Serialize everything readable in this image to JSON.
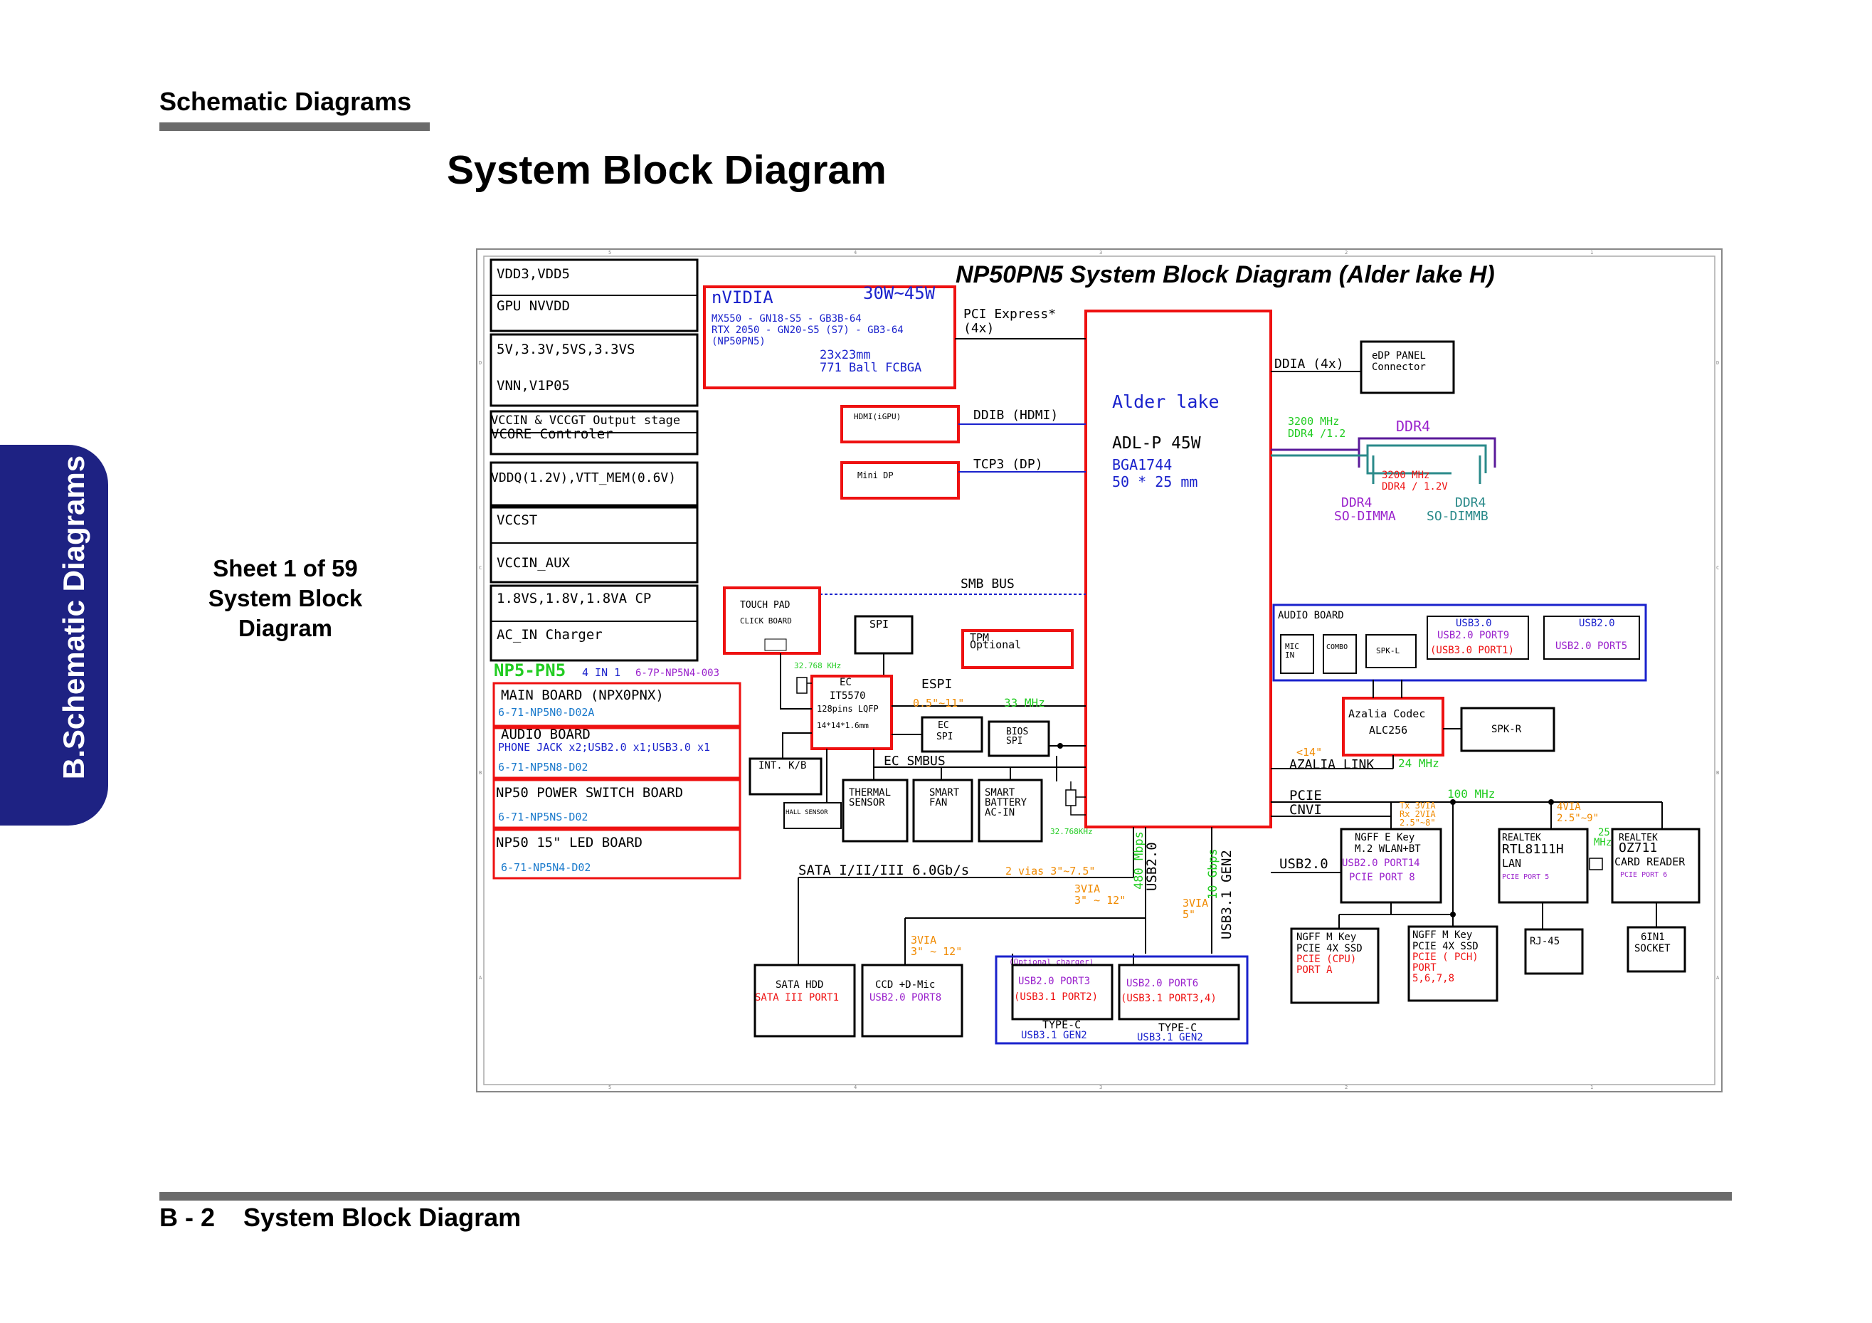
{
  "header": {
    "section_title": "Schematic  Diagrams",
    "page_title": "System Block Diagram"
  },
  "side_tab": {
    "label": "B.Schematic Diagrams",
    "color": "#1e2283"
  },
  "sheet_note": {
    "line1": "Sheet 1 of 59",
    "line2": "System Block",
    "line3": "Diagram"
  },
  "footer": {
    "page_number": "B - 2",
    "title": "System Block Diagram"
  },
  "colors": {
    "red": "#ee1111",
    "blue": "#1a22cc",
    "green": "#22cc22",
    "orange": "#f08a00",
    "purple": "#9a22cc",
    "teal": "#2a8a8a",
    "black": "#000000"
  },
  "diagram": {
    "title": "NP50PN5 System Block Diagram (Alder lake H)",
    "power_rails": [
      "VDD3,VDD5",
      "GPU NVVDD",
      "5V,3.3V,5VS,3.3VS",
      "VNN,V1P05",
      "VCCIN & VCCGT Output stage",
      "VCORE Controler",
      "VDDQ(1.2V),VTT_MEM(0.6V)",
      "VCCST",
      "VCCIN_AUX",
      "1.8VS,1.8V,1.8VA CP",
      "AC_IN Charger"
    ],
    "boards_header": {
      "model": "NP5-PN5",
      "count": "4 IN 1",
      "part": "6-7P-NP5N4-003"
    },
    "boards": [
      {
        "name": "MAIN BOARD   (NPX0PNX)",
        "detail": "",
        "part": "6-71-NP5N0-D02A"
      },
      {
        "name": "AUDIO BOARD",
        "detail": "PHONE JACK x2;USB2.0 x1;USB3.0 x1",
        "part": "6-71-NP5N8-D02"
      },
      {
        "name": "NP50 POWER SWITCH BOARD",
        "detail": "",
        "part": "6-71-NP5NS-D02"
      },
      {
        "name": "NP50 15\" LED BOARD",
        "detail": "",
        "part": "6-71-NP5N4-D02"
      }
    ],
    "gpu": {
      "vendor": "nVIDIA",
      "power": "30W~45W",
      "line1": "MX550 - GN18-S5 - GB3B-64",
      "line2": "RTX 2050 - GN20-S5 (S7) - GB3-64",
      "line3": "(NP50PN5)",
      "pkg1": "23x23mm",
      "pkg2": "771 Ball FCBGA"
    },
    "cpu": {
      "name": "Alder lake",
      "model": "ADL-P 45W",
      "pkg": "BGA1744",
      "size": "50 * 25 mm"
    },
    "buses": {
      "pcie_x4": "PCI Express*",
      "pcie_x4_lanes": "(4x)",
      "ddib": "DDIB (HDMI)",
      "tcp3": "TCP3 (DP)",
      "ddia": "DDIA (4x)",
      "smb": "SMB BUS",
      "espi": "ESPI",
      "ec_smbus": "EC SMBUS",
      "sata": "SATA I/II/III 6.0Gb/s",
      "azalia": "AZALIA LINK",
      "pcie": "PCIE",
      "cnvi": "CNVI",
      "usb2": "USB2.0",
      "usb2_vert": "USB2.0",
      "usb31_vert": "USB3.1 GEN2"
    },
    "annotations": {
      "espi_len": "0.5\"~11\"",
      "espi_freq": "33 MHz",
      "xtal": "32.768 KHz",
      "xtal2": "32.768KHz",
      "sata_vias": "2 vias 3\"~7.5\"",
      "usb2_speed": "480 Mbps",
      "usb31_speed": "10 Gbps",
      "via3_a": "3VIA",
      "via3_a2": "3\" ~ 12\"",
      "via3_b": "3VIA",
      "via3_b2": "5\"",
      "via3_c": "3VIA",
      "via3_c2": "3\" ~ 12\"",
      "az_len": "<14\"",
      "az_freq": "24 MHz",
      "pcie_freq": "100 MHz",
      "tx_via1": "Tx 3VIA",
      "tx_via2": "Rx 2VIA",
      "tx_via3": "2.5\"~8\"",
      "via4": "4VIA",
      "via4_len": "2.5\"~9\"",
      "mhz25_a": "25",
      "mhz25_b": "MHz",
      "ddr_main_freq": "3200 MHz",
      "ddr_main_volt": "DDR4 /1.2",
      "ddr_b_freq": "3200 MHz",
      "ddr_b_volt": "DDR4 / 1.2V"
    },
    "gfx_ports": {
      "hdmi": "HDMI(iGPU)",
      "minidp": "Mini DP"
    },
    "edp": {
      "line1": "eDP PANEL",
      "line2": "Connector"
    },
    "memory": {
      "label": "DDR4",
      "slot_a_1": "DDR4",
      "slot_a_2": "SO-DIMMA",
      "slot_b_1": "DDR4",
      "slot_b_2": "SO-DIMMB"
    },
    "audio_board": {
      "title": "AUDIO BOARD",
      "mic1": "MIC",
      "mic2": "IN",
      "combo": "COMBO",
      "spk_l": "SPK-L",
      "usb3_title": "USB3.0",
      "usb3_port": "USB2.0 PORT9",
      "usb3_port2": "(USB3.0 PORT1)",
      "usb2_title": "USB2.0",
      "usb2_port": "USB2.0 PORT5"
    },
    "codec": {
      "line1": "Azalia Codec",
      "line2": "ALC256",
      "spk_r": "SPK-R"
    },
    "touchpad": {
      "line1": "TOUCH PAD",
      "line2": "CLICK BOARD"
    },
    "ec": {
      "line1": "EC",
      "line2": "IT5570",
      "line3": "128pins LQFP",
      "line4": "14*14*1.6mm"
    },
    "small_blocks": {
      "spi": "SPI",
      "tpm1": "TPM",
      "tpm2": "Optional",
      "ec_spi1": "EC",
      "ec_spi2": "SPI",
      "bios1": "BIOS",
      "bios2": "SPI",
      "intkb": "INT. K/B",
      "hall": "HALL SENSOR",
      "thermal1": "THERMAL",
      "thermal2": "SENSOR",
      "fan1": "SMART",
      "fan2": "FAN",
      "batt1": "SMART",
      "batt2": "BATTERY",
      "batt3": "AC-IN"
    },
    "storage_io": {
      "sata_hdd": "SATA HDD",
      "sata_port": "SATA III PORT1",
      "ccd": "CCD +D-Mic",
      "ccd_port": "USB2.0 PORT8",
      "typec_optional": "(Optional charger)",
      "typec_a_port": "USB2.0 PORT3",
      "typec_a_port2": "(USB3.1 PORT2)",
      "typec_a_label": "TYPE-C",
      "typec_a_gen": "USB3.1 GEN2",
      "typec_b_port": "USB2.0 PORT6",
      "typec_b_port2": "(USB3.1 PORT3,4)",
      "typec_b_label": "TYPE-C",
      "typec_b_gen": "USB3.1 GEN2"
    },
    "wlan": {
      "line1": "NGFF E Key",
      "line2": "M.2 WLAN+BT",
      "line3": "USB2.0 PORT14",
      "line4": "PCIE PORT 8"
    },
    "ssd_cpu": {
      "line1": "NGFF M Key",
      "line2": "PCIE 4X SSD",
      "line3": "PCIE (CPU)",
      "line4": "PORT A"
    },
    "ssd_pch": {
      "line1": "NGFF M Key",
      "line2": "PCIE 4X SSD",
      "line3": "PCIE ( PCH)",
      "line4": "PORT",
      "line5": "5,6,7,8"
    },
    "lan": {
      "line1": "REALTEK",
      "line2": "RTL8111H",
      "line3": "LAN",
      "line4": "PCIE PORT 5",
      "rj45": "RJ-45"
    },
    "card_reader": {
      "line1": "REALTEK",
      "line2": "OZ711",
      "line3": "CARD READER",
      "line4": "PCIE PORT 6",
      "socket1": "6IN1",
      "socket2": "SOCKET"
    },
    "frame_refs": {
      "cols": [
        "5",
        "4",
        "3",
        "2",
        "1"
      ],
      "rows": [
        "D",
        "C",
        "B",
        "A"
      ]
    }
  }
}
